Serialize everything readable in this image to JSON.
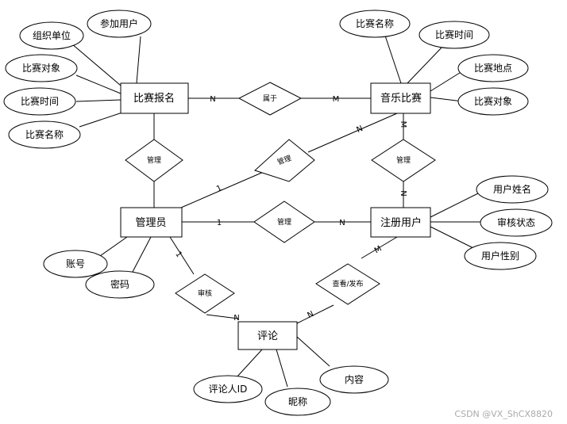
{
  "entities": {
    "competition_signup": "比赛报名",
    "music_competition": "音乐比赛",
    "admin": "管理员",
    "registered_user": "注册用户",
    "comment": "评论"
  },
  "relationships": {
    "belongs_to": "属于",
    "manage_signup": "管理",
    "manage_competition": "管理",
    "manage_competition_user": "管理",
    "manage_users": "管理",
    "review": "审核",
    "view_post": "查看/发布"
  },
  "attributes": {
    "signup_org": "组织单位",
    "signup_participant": "参加用户",
    "signup_target": "比赛对象",
    "signup_time": "比赛时间",
    "signup_name": "比赛名称",
    "comp_name": "比赛名称",
    "comp_time": "比赛时间",
    "comp_location": "比赛地点",
    "comp_target": "比赛对象",
    "admin_account": "账号",
    "admin_password": "密码",
    "user_name": "用户姓名",
    "user_review_status": "审核状态",
    "user_gender": "用户性别",
    "comment_author_id": "评论人ID",
    "comment_nickname": "昵称",
    "comment_content": "内容"
  },
  "cardinalities": {
    "signup_belongs": "N",
    "comp_belongs": "M",
    "admin_manage_comp": "1",
    "comp_manage_admin": "N",
    "comp_manage_user": "M",
    "user_manage_comp": "N",
    "admin_manage_user": "1",
    "user_managed": "N",
    "admin_review": "1",
    "comment_reviewed": "N",
    "user_view": "M",
    "comment_view": "N"
  },
  "watermark": "CSDN @VX_ShCX8820"
}
